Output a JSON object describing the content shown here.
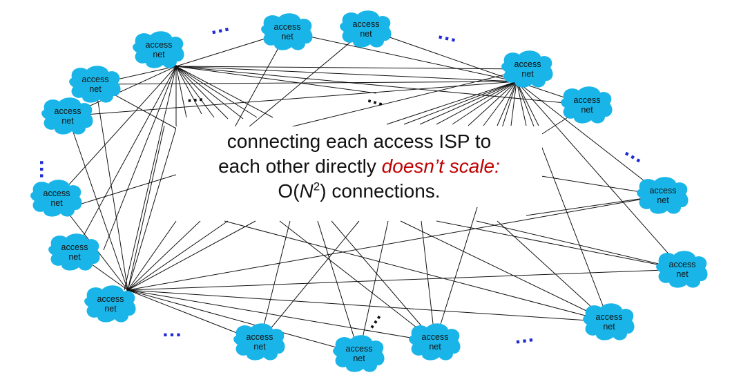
{
  "diagram": {
    "node_label_top": "access",
    "node_label_bottom": "net",
    "cloud_color": "#1ab5e8",
    "ellipsis_color": "#1f2bd6",
    "ellipsis_text": "…",
    "caption": {
      "line1": "connecting each access ISP to",
      "line2_prefix": "each other directly ",
      "line2_emphasis": "doesn’t scale:",
      "line3_prefix": "O(",
      "line3_var": "N",
      "line3_exp": "2",
      "line3_suffix": ") connections."
    },
    "emphasis_color": "#c00000"
  }
}
